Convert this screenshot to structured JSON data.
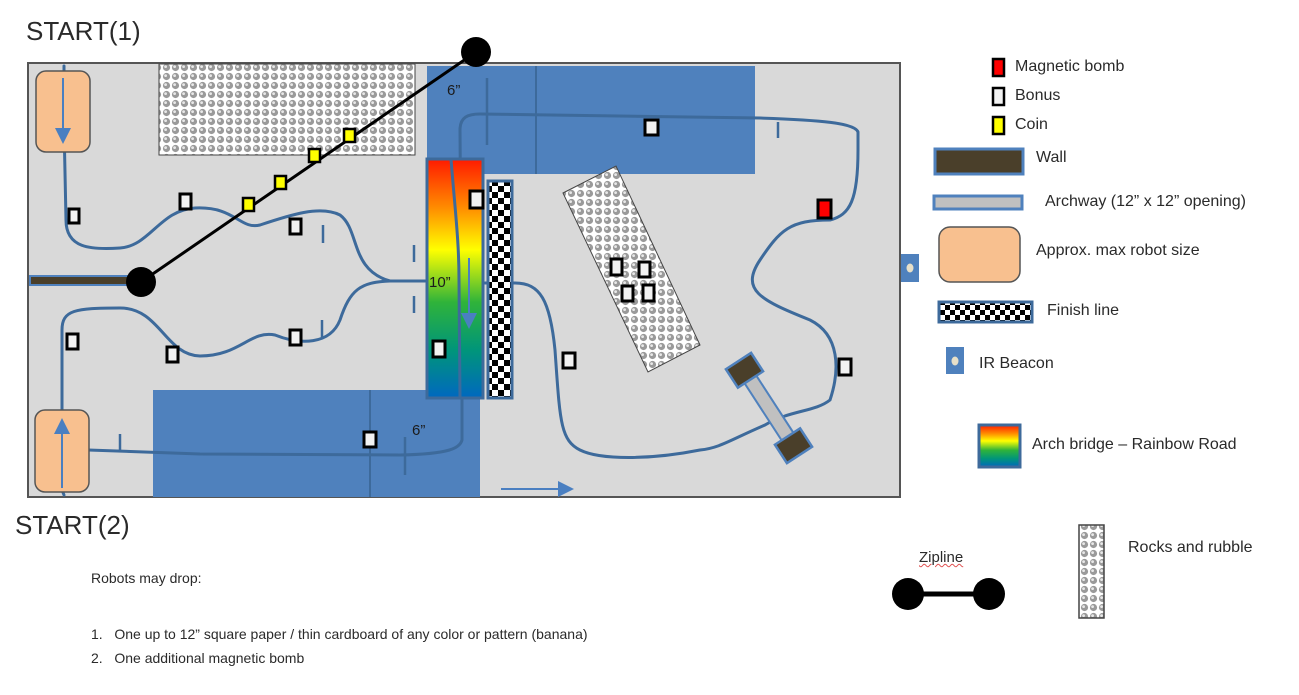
{
  "labels": {
    "start1": "START(1)",
    "start2": "START(2)",
    "dim_top": "6”",
    "dim_bottom": "6”",
    "dim_bridge": "10”"
  },
  "legend": {
    "items": [
      {
        "key": "magnetic-bomb",
        "label": "Magnetic bomb",
        "color": "#ff0000"
      },
      {
        "key": "bonus",
        "label": "Bonus",
        "color": "#f2f2f2"
      },
      {
        "key": "coin",
        "label": "Coin",
        "color": "#ffff00"
      },
      {
        "key": "wall",
        "label": "Wall",
        "color": "#4a3f2a"
      },
      {
        "key": "archway",
        "label": "Archway (12” x 12” opening)",
        "color": "#c0c0c0"
      },
      {
        "key": "robot-size",
        "label": "Approx. max robot size",
        "color": "#f8c08f"
      },
      {
        "key": "finish-line",
        "label": "Finish line"
      },
      {
        "key": "ir-beacon",
        "label": "IR Beacon"
      },
      {
        "key": "arch-bridge",
        "label": "Arch bridge – Rainbow Road"
      },
      {
        "key": "zipline",
        "label": "Zipline"
      },
      {
        "key": "rocks",
        "label": "Rocks and rubble"
      }
    ]
  },
  "notes": {
    "heading": "Robots may drop:",
    "items": [
      "1.   One up to 12” square paper / thin cardboard of any color or pattern (banana)",
      "2.   One additional magnetic bomb"
    ]
  },
  "colors": {
    "field": "#d9d9d9",
    "track": "#3d6a9b",
    "ramp": "#4f81bd",
    "robot": "#f8c08f"
  }
}
